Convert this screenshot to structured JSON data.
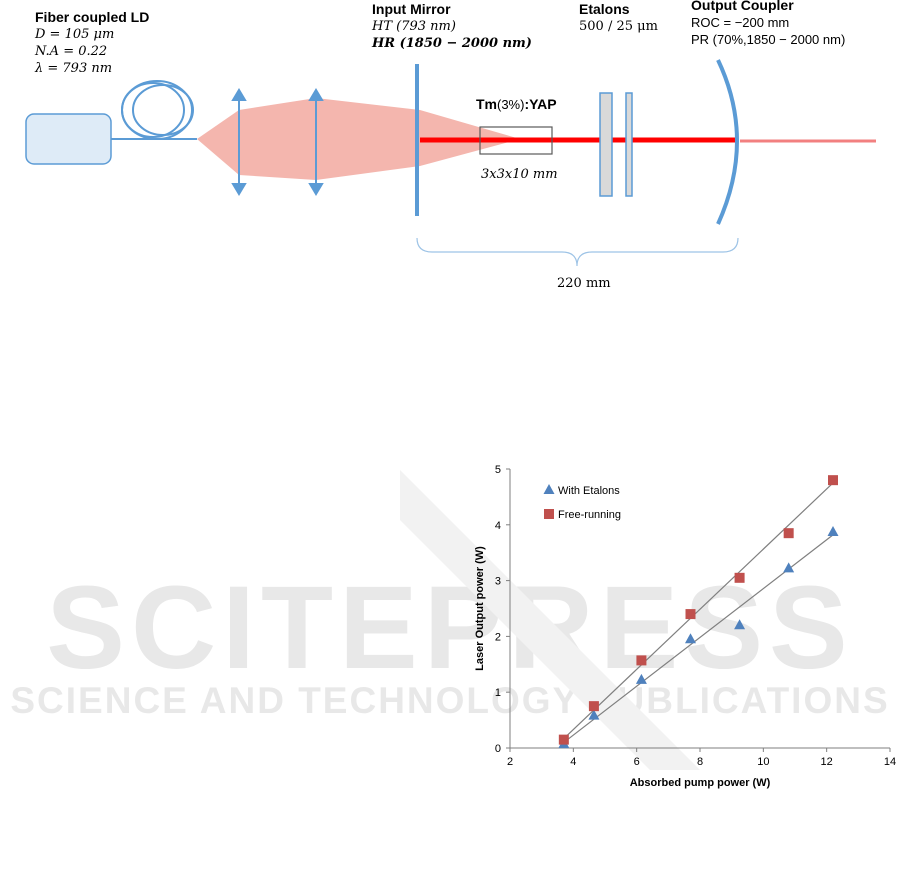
{
  "diagram": {
    "source": {
      "title": "Fiber coupled LD",
      "params": [
        "D = 105 μm",
        "N.A = 0.22",
        "λ = 793 nm"
      ]
    },
    "input_mirror": {
      "title": "Input Mirror",
      "ht": "HT (793 nm)",
      "hr": "HR (1850 − 2000 nm)"
    },
    "crystal": {
      "name_prefix": "Tm",
      "name_doping": "(3%)",
      "name_suffix": ":YAP",
      "size": "3x3x10 mm"
    },
    "etalons": {
      "title": "Etalons",
      "spec": "500 / 25 μm"
    },
    "output_coupler": {
      "title": "Output Coupler",
      "roc": "ROC = −200 mm",
      "pr": "PR (70%,1850 − 2000 nm)"
    },
    "cavity_length": "220 mm",
    "colors": {
      "optics": "#5b9bd5",
      "pump": "#f4b6ae",
      "laser": "#ff0000",
      "output_beam": "#f28080",
      "ld_box": "#deebf7"
    }
  },
  "watermark": {
    "line1": "SCITEPRESS",
    "line2": "SCIENCE AND TECHNOLOGY PUBLICATIONS"
  },
  "chart_data": {
    "type": "scatter",
    "xlabel": "Absorbed pump power (W)",
    "ylabel": "Laser Output power (W)",
    "xlim": [
      2,
      14
    ],
    "ylim": [
      0,
      5
    ],
    "xticks": [
      2,
      4,
      6,
      8,
      10,
      12,
      14
    ],
    "yticks": [
      0,
      1,
      2,
      3,
      4,
      5
    ],
    "grid": false,
    "legend_position": "top-left",
    "series": [
      {
        "name": "With Etalons",
        "marker": "triangle",
        "color": "#4f81bd",
        "x": [
          3.7,
          4.65,
          6.15,
          7.7,
          9.25,
          10.8,
          12.2
        ],
        "y": [
          0.07,
          0.58,
          1.22,
          1.95,
          2.2,
          3.22,
          3.87
        ],
        "fit": [
          [
            3.7,
            0.1
          ],
          [
            12.2,
            3.82
          ]
        ]
      },
      {
        "name": "Free-running",
        "marker": "square",
        "color": "#c0504d",
        "x": [
          3.7,
          4.65,
          6.15,
          7.7,
          9.25,
          10.8,
          12.2
        ],
        "y": [
          0.15,
          0.75,
          1.57,
          2.4,
          3.05,
          3.85,
          4.8
        ],
        "fit": [
          [
            3.7,
            0.17
          ],
          [
            12.2,
            4.75
          ]
        ]
      }
    ]
  }
}
